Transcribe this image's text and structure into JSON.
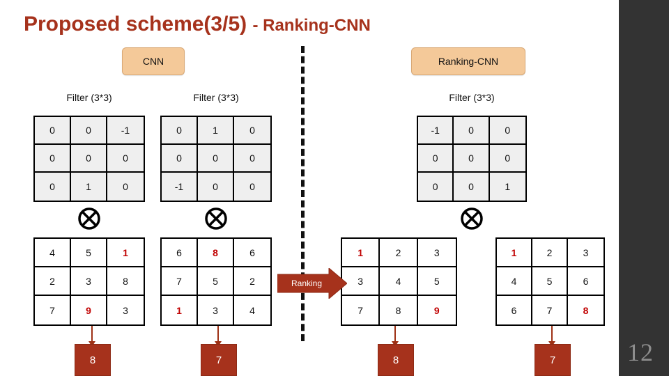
{
  "slide": {
    "number": "12",
    "title_main": "Proposed scheme(3/5) ",
    "title_sub": "- Ranking-CNN",
    "accent_color": "#a6321c",
    "tag_color": "#f4c999",
    "highlight_color": "#c00000"
  },
  "tags": {
    "left": "CNN",
    "right": "Ranking-CNN"
  },
  "captions": {
    "filter1": "Filter (3*3)",
    "filter2": "Filter (3*3)",
    "filter3": "Filter (3*3)"
  },
  "ranking_arrow": {
    "label": "Ranking"
  },
  "filters": [
    {
      "name": "filter-cnn-1",
      "rows": [
        [
          {
            "v": "0"
          },
          {
            "v": "0"
          },
          {
            "v": "-1"
          }
        ],
        [
          {
            "v": "0"
          },
          {
            "v": "0"
          },
          {
            "v": "0"
          }
        ],
        [
          {
            "v": "0"
          },
          {
            "v": "1"
          },
          {
            "v": "0"
          }
        ]
      ]
    },
    {
      "name": "filter-cnn-2",
      "rows": [
        [
          {
            "v": "0"
          },
          {
            "v": "1"
          },
          {
            "v": "0"
          }
        ],
        [
          {
            "v": "0"
          },
          {
            "v": "0"
          },
          {
            "v": "0"
          }
        ],
        [
          {
            "v": "-1"
          },
          {
            "v": "0"
          },
          {
            "v": "0"
          }
        ]
      ]
    },
    {
      "name": "filter-rankingcnn-1",
      "rows": [
        [
          {
            "v": "-1"
          },
          {
            "v": "0"
          },
          {
            "v": "0"
          }
        ],
        [
          {
            "v": "0"
          },
          {
            "v": "0"
          },
          {
            "v": "0"
          }
        ],
        [
          {
            "v": "0"
          },
          {
            "v": "0"
          },
          {
            "v": "1"
          }
        ]
      ]
    }
  ],
  "matrices": [
    {
      "name": "matrix-cnn-1",
      "rows": [
        [
          {
            "v": "4",
            "hi": false
          },
          {
            "v": "5",
            "hi": false
          },
          {
            "v": "1",
            "hi": true
          }
        ],
        [
          {
            "v": "2",
            "hi": false
          },
          {
            "v": "3",
            "hi": false
          },
          {
            "v": "8",
            "hi": false
          }
        ],
        [
          {
            "v": "7",
            "hi": false
          },
          {
            "v": "9",
            "hi": true
          },
          {
            "v": "3",
            "hi": false
          }
        ]
      ],
      "result": "8"
    },
    {
      "name": "matrix-cnn-2",
      "rows": [
        [
          {
            "v": "6",
            "hi": false
          },
          {
            "v": "8",
            "hi": true
          },
          {
            "v": "6",
            "hi": false
          }
        ],
        [
          {
            "v": "7",
            "hi": false
          },
          {
            "v": "5",
            "hi": false
          },
          {
            "v": "2",
            "hi": false
          }
        ],
        [
          {
            "v": "1",
            "hi": true
          },
          {
            "v": "3",
            "hi": false
          },
          {
            "v": "4",
            "hi": false
          }
        ]
      ],
      "result": "7"
    },
    {
      "name": "matrix-rankingcnn-1",
      "rows": [
        [
          {
            "v": "1",
            "hi": true
          },
          {
            "v": "2",
            "hi": false
          },
          {
            "v": "3",
            "hi": false
          }
        ],
        [
          {
            "v": "3",
            "hi": false
          },
          {
            "v": "4",
            "hi": false
          },
          {
            "v": "5",
            "hi": false
          }
        ],
        [
          {
            "v": "7",
            "hi": false
          },
          {
            "v": "8",
            "hi": false
          },
          {
            "v": "9",
            "hi": true
          }
        ]
      ],
      "result": "8"
    },
    {
      "name": "matrix-rankingcnn-2",
      "rows": [
        [
          {
            "v": "1",
            "hi": true
          },
          {
            "v": "2",
            "hi": false
          },
          {
            "v": "3",
            "hi": false
          }
        ],
        [
          {
            "v": "4",
            "hi": false
          },
          {
            "v": "5",
            "hi": false
          },
          {
            "v": "6",
            "hi": false
          }
        ],
        [
          {
            "v": "6",
            "hi": false
          },
          {
            "v": "7",
            "hi": false
          },
          {
            "v": "8",
            "hi": true
          }
        ]
      ],
      "result": "7"
    }
  ]
}
